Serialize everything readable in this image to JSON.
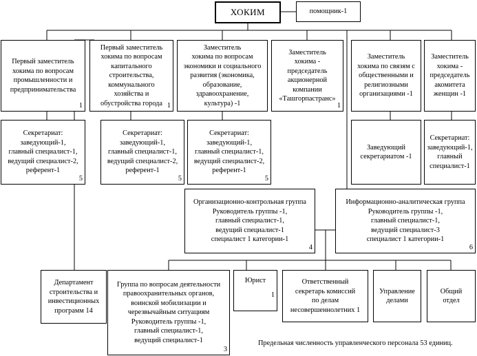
{
  "boxes": {
    "hokim": {
      "title": "ХОКИМ"
    },
    "assistant": {
      "title": "помощник-1"
    },
    "dep_industry": {
      "title": "Первый заместитель\nхокима по вопросам\nпромышленности и\nпредпринимательства",
      "num": "1"
    },
    "dep_construction": {
      "title": "Первый заместитель\nхокима по вопросам\nкапитального\nстроительства,\nкоммунального\nхозяйства и\nобустройства города",
      "num": "1"
    },
    "dep_economy": {
      "title": "Заместитель\nхокима по вопросам\nэкономики и социального\nразвития (экономика,\nобразование,\nздравоохранение,\nкультура) -1"
    },
    "dep_transport": {
      "title": "Заместитель\nхокима -\nпредседатель\nакционерной\nкомпании\n«Ташгорпастранс»",
      "num": "1"
    },
    "dep_public": {
      "title": "Заместитель\nхокима по связям с\nобщественными и\nрелигиозными\nорганизациями -1"
    },
    "dep_women": {
      "title": "Заместитель\nхокима -\nпредседатель\nакомитета\nженщин -1"
    },
    "sec_1": {
      "title": "Секретариат:\nзаведующий-1,\nглавный специалист-1,\nведущий специалист-2,\nреферент-1",
      "num": "5"
    },
    "sec_2": {
      "title": "Секретариат:\nзаведующий-1,\nглавный специалист-1,\nведущий специалист-2,\nреферент-1",
      "num": "5"
    },
    "sec_3": {
      "title": "Секретариат:\nзаведующий-1,\nглавный специалист-1,\nведущий специалист-2,\nреферент-1",
      "num": "5"
    },
    "sec_5": {
      "title": "Заведующий\nсекретариатом -1"
    },
    "sec_6": {
      "title": "Секретариат:\nзаведующий-1,\nглавный\nспециалист-1"
    },
    "org_control": {
      "title": "Организационно-контрольная группа\nРуководитель группы -1,\nглавный специалист-1,\nведущий специалист-1\nспециалист 1 категории-1",
      "num": "4"
    },
    "info_analytic": {
      "title": "Информационно-аналитическая группа\nРуководитель группы -1,\nглавный специалист-1,\nведущий специалист-3\nспециалист 1 категории-1",
      "num": "6"
    },
    "dept_construction": {
      "title": "Департамент\nстроительства и\nинвестиционных\nпрограмм",
      "num": "14"
    },
    "law_group": {
      "title": "Группа по вопросам деятельности\nправоохранительных органов,\nвоинской мобилизации и\nчерезвычайным ситуациям\nРуководитель группы -1,\nглавный специалист-1,\nведущий специалист-1",
      "num": "3"
    },
    "lawyer": {
      "title": "Юрист",
      "num": "1"
    },
    "commission": {
      "title": "Ответственный\nсекретарь комиссий\nпо делам\nнесовершеннолетних",
      "num": "1"
    },
    "affairs": {
      "title": "Управление\nделами"
    },
    "general": {
      "title": "Общий\nотдел"
    }
  },
  "footer_note": "Предельная численность управленческого персонала 53 единиц."
}
